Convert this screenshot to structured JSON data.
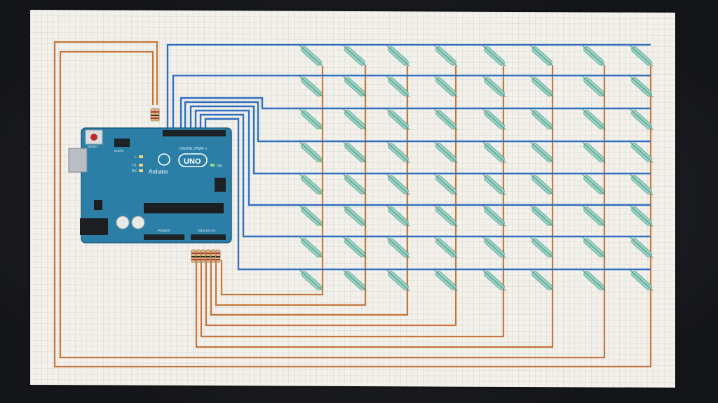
{
  "board": {
    "name": "Arduino UNO",
    "logo_text": "Arduino",
    "model_text": "UNO",
    "header_digital": "DIGITAL (PWM~)",
    "header_analog": "ANALOG IN",
    "header_power": "POWER",
    "reset_label": "RESET",
    "icsp_label": "ICSP2",
    "led_l": "L",
    "led_tx": "TX",
    "led_rx": "RX",
    "led_on": "ON",
    "body_color": "#2b7fa6"
  },
  "matrix": {
    "rows": 8,
    "columns": 8,
    "component": "reed-switch",
    "row_wire_color": "#2f6fc0",
    "column_wire_color": "#c5763c",
    "switch_color": "#8fd0bf"
  },
  "resistors": {
    "top_count": 2,
    "bottom_count": 6
  }
}
